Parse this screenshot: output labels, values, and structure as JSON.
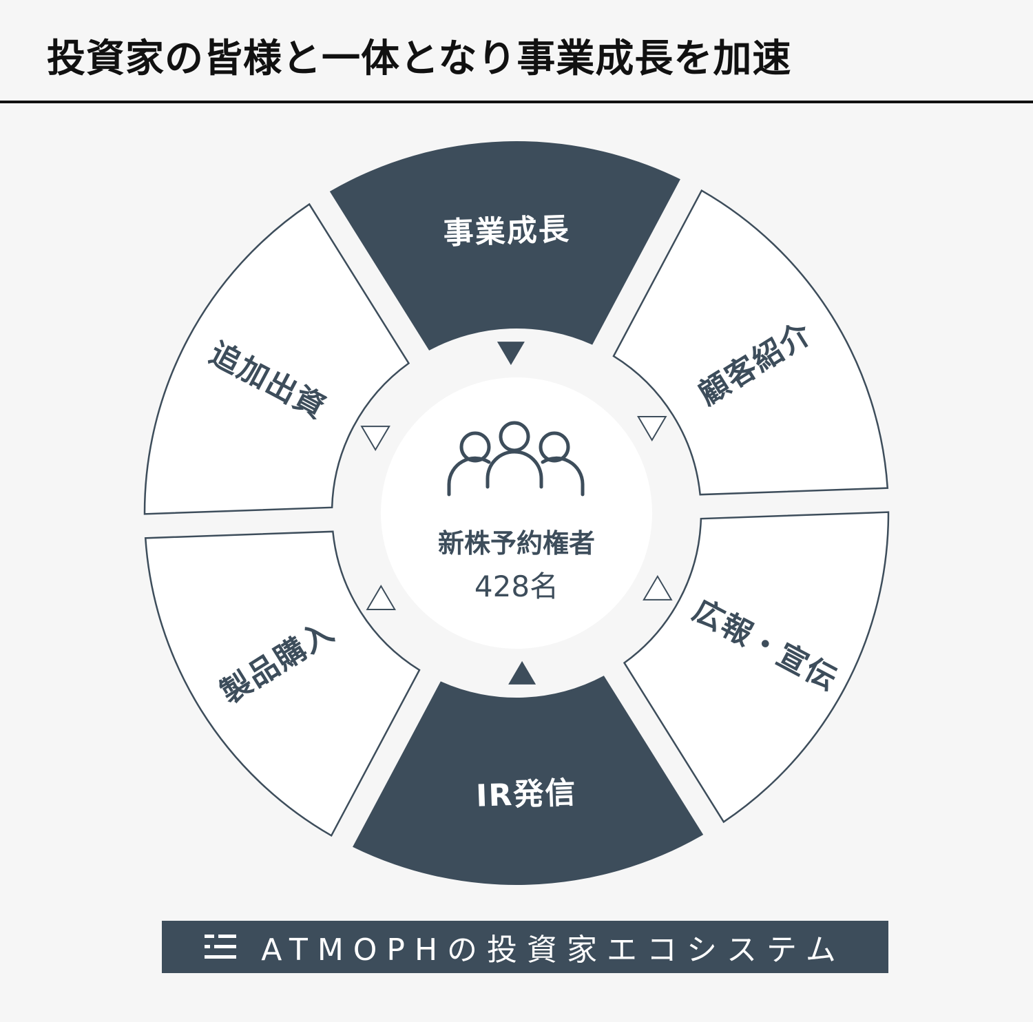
{
  "header": {
    "title": "投資家の皆様と一体となり事業成長を加速"
  },
  "center": {
    "icon": "people-group-icon",
    "label": "新株予約権者",
    "count": "428名"
  },
  "segments": [
    {
      "label": "事業成長",
      "style": "dark",
      "arrow": "down",
      "arrow_style": "filled"
    },
    {
      "label": "顧客紹介",
      "style": "light",
      "arrow": "down",
      "arrow_style": "outline"
    },
    {
      "label": "広報・宣伝",
      "style": "light",
      "arrow": "up",
      "arrow_style": "outline"
    },
    {
      "label": "IR発信",
      "style": "dark",
      "arrow": "up",
      "arrow_style": "filled"
    },
    {
      "label": "製品購入",
      "style": "light",
      "arrow": "up",
      "arrow_style": "outline"
    },
    {
      "label": "追加出資",
      "style": "light",
      "arrow": "down",
      "arrow_style": "outline"
    }
  ],
  "footer": {
    "logo_icon": "atmoph-logo-icon",
    "text": "ATMOPHの投資家エコシステム"
  },
  "colors": {
    "dark": "#3d4d5b",
    "light_fill": "#ffffff",
    "background": "#f6f6f6",
    "title": "#111111"
  }
}
